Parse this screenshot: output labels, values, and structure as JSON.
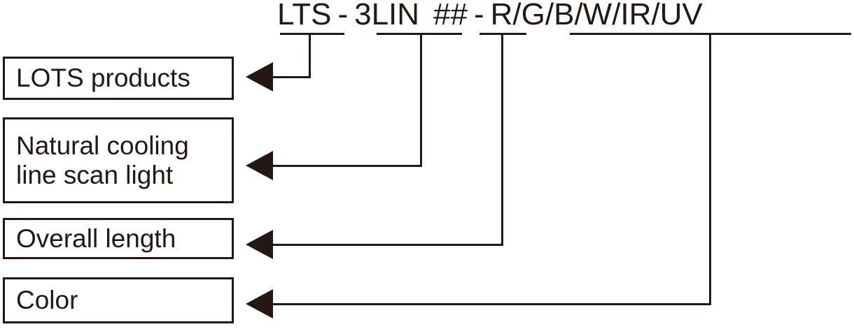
{
  "diagram": {
    "title": "LTS - 3LIN ## - R/G/B/W/IR/UV",
    "accent_color": "#231815",
    "background_color": "#ffffff",
    "part_number": {
      "segments": [
        {
          "id": "prefix",
          "text": "LTS"
        },
        {
          "id": "series",
          "text": "3LIN"
        },
        {
          "id": "length",
          "text": "##"
        },
        {
          "id": "color",
          "text": "R/G/B/W/IR/UV"
        }
      ],
      "separator_1": "-",
      "separator_2": "-"
    },
    "callouts": [
      {
        "id": "products",
        "lines": [
          "LOTS products"
        ],
        "segment": "LTS"
      },
      {
        "id": "cooling",
        "lines": [
          "Natural cooling",
          "line scan light"
        ],
        "segment": "3LIN"
      },
      {
        "id": "length",
        "lines": [
          "Overall length"
        ],
        "segment": "##"
      },
      {
        "id": "color",
        "lines": [
          "Color"
        ],
        "segment": "R/G/B/W/IR/UV"
      }
    ]
  }
}
